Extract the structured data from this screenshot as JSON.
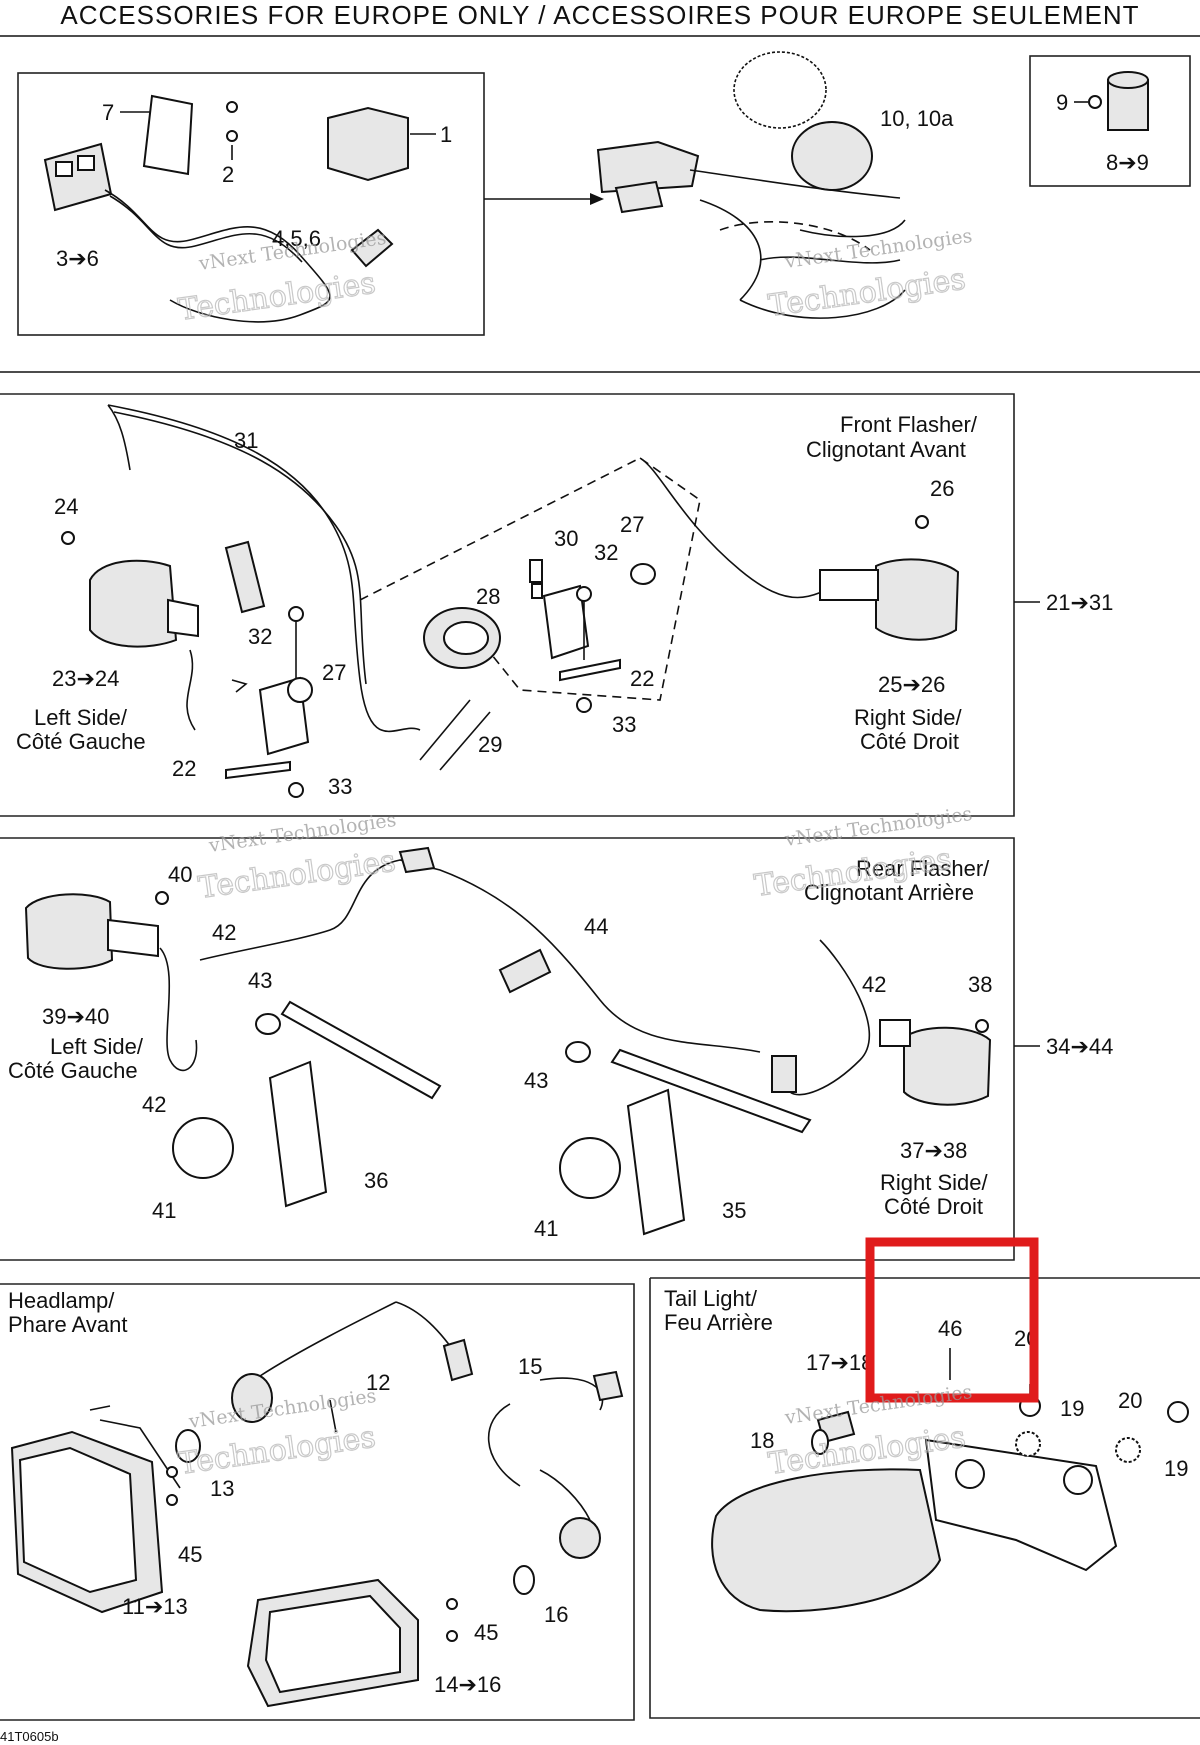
{
  "header": {
    "title": "ACCESSORIES FOR EUROPE ONLY / ACCESSOIRES POUR EUROPE SEULEMENT"
  },
  "footer": {
    "code": "41T0605b"
  },
  "watermark": {
    "line1": "vNext Technologies",
    "line2": "Technologies"
  },
  "highlight": {
    "color": "#e01b1b"
  },
  "panel1": {
    "labels": {
      "p1": "1",
      "p2": "2",
      "p7": "7",
      "p36": "3➔6",
      "p456": "4,5,6",
      "p10": "10, 10a",
      "p9": "9",
      "p89": "8➔9"
    }
  },
  "panel2": {
    "front_title_1": "Front Flasher/",
    "front_title_2": "Clignotant Avant",
    "left_1": "Left Side/",
    "left_2": "Côté Gauche",
    "right_1": "Right Side/",
    "right_2": "Côté Droit",
    "range": "21➔31",
    "labels": {
      "p31": "31",
      "p24": "24",
      "p2324": "23➔24",
      "p32a": "32",
      "p27a": "27",
      "p22a": "22",
      "p33a": "33",
      "p28": "28",
      "p29": "29",
      "p30": "30",
      "p32b": "32",
      "p27b": "27",
      "p22b": "22",
      "p33b": "33",
      "p26": "26",
      "p2526": "25➔26"
    }
  },
  "panel3": {
    "rear_title_1": "Rear Flasher/",
    "rear_title_2": "Clignotant Arrière",
    "left_1": "Left Side/",
    "left_2": "Côté Gauche",
    "right_1": "Right Side/",
    "right_2": "Côté Droit",
    "range": "34➔44",
    "labels": {
      "p40": "40",
      "p42a": "42",
      "p43a": "43",
      "p3940": "39➔40",
      "p42b": "42",
      "p41a": "41",
      "p36": "36",
      "p44": "44",
      "p43b": "43",
      "p41b": "41",
      "p35": "35",
      "p42c": "42",
      "p38": "38",
      "p3738": "37➔38"
    }
  },
  "panel4": {
    "title_1": "Headlamp/",
    "title_2": "Phare Avant",
    "labels": {
      "p12": "12",
      "p13": "13",
      "p15": "15",
      "p45a": "45",
      "p1113": "11➔13",
      "p45b": "45",
      "p16": "16",
      "p1416": "14➔16"
    }
  },
  "panel5": {
    "title_1": "Tail Light/",
    "title_2": "Feu Arrière",
    "labels": {
      "p46": "46",
      "p20a": "20",
      "p1718": "17➔18",
      "p19a": "19",
      "p20b": "20",
      "p18": "18",
      "p19b": "19"
    }
  }
}
